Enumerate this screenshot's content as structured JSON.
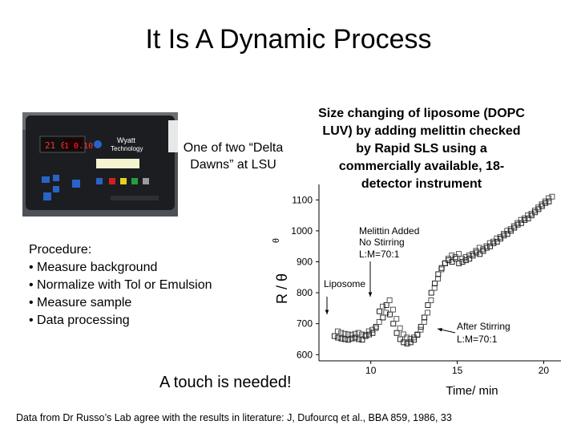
{
  "slide": {
    "title": "It Is A Dynamic Process",
    "photo_caption": "One of two “Delta Dawns” at LSU",
    "description": "Size changing of liposome (DOPC LUV) by adding melittin checked by Rapid SLS using a commercially available, 18-detector instrument",
    "procedure": {
      "heading": "Procedure:",
      "steps": [
        "• Measure background",
        "• Normalize with Tol or Emulsion",
        "• Measure sample",
        "• Data processing"
      ]
    },
    "touch_note": "A touch is needed!",
    "footer": "Data from Dr Russo’s Lab agree with the results in literature: J, Dufourcq et al., BBA 859, 1986, 33"
  },
  "photo": {
    "display_left": "21 0",
    "display_right": "1 0.10",
    "brand_line1": "Wyatt",
    "brand_line2": "Technology"
  },
  "chart_data": {
    "type": "scatter",
    "xlabel": "Time/ min",
    "ylabel": "R / θ",
    "ylabel_annotation": "θ",
    "x_ticks": [
      "10",
      "15",
      "20"
    ],
    "y_ticks": [
      "600",
      "700",
      "800",
      "900",
      "1000",
      "1100"
    ],
    "xlim": [
      7,
      21
    ],
    "ylim": [
      580,
      1150
    ],
    "annotations": [
      {
        "text": "Liposome"
      },
      {
        "text": "Melittin Added"
      },
      {
        "text": "No Stirring"
      },
      {
        "text": "L:M=70:1"
      },
      {
        "text": "After Stirring"
      },
      {
        "text": "L:M=70:1"
      }
    ],
    "series": [
      {
        "marker": "open-square",
        "x": [
          7.9,
          8.1,
          8.3,
          8.5,
          8.7,
          8.9,
          9.1,
          9.3,
          9.5,
          9.7,
          9.9,
          10.1,
          10.3,
          10.5,
          10.7,
          10.9,
          11.1,
          11.3,
          11.5,
          11.7,
          11.9,
          12.1,
          12.3,
          12.5,
          12.7,
          12.9,
          13.1,
          13.3,
          13.5,
          13.7,
          13.9,
          14.1,
          14.3,
          14.5,
          14.7,
          14.9,
          15.1,
          15.3,
          15.5,
          15.7,
          15.9,
          16.1,
          16.3,
          16.5,
          16.7,
          16.9,
          17.1,
          17.3,
          17.5,
          17.7,
          17.9,
          18.1,
          18.3,
          18.5,
          18.7,
          18.9,
          19.1,
          19.3,
          19.5,
          19.7,
          19.9,
          20.1,
          20.3
        ],
        "y": [
          660,
          655,
          652,
          650,
          648,
          652,
          655,
          650,
          648,
          660,
          665,
          670,
          690,
          740,
          720,
          760,
          730,
          700,
          670,
          650,
          640,
          636,
          640,
          648,
          665,
          690,
          720,
          760,
          800,
          830,
          860,
          880,
          895,
          905,
          900,
          910,
          895,
          900,
          905,
          910,
          920,
          930,
          925,
          935,
          945,
          950,
          960,
          965,
          975,
          985,
          990,
          1000,
          1010,
          1020,
          1025,
          1035,
          1040,
          1050,
          1060,
          1070,
          1080,
          1090,
          1095
        ]
      }
    ]
  }
}
